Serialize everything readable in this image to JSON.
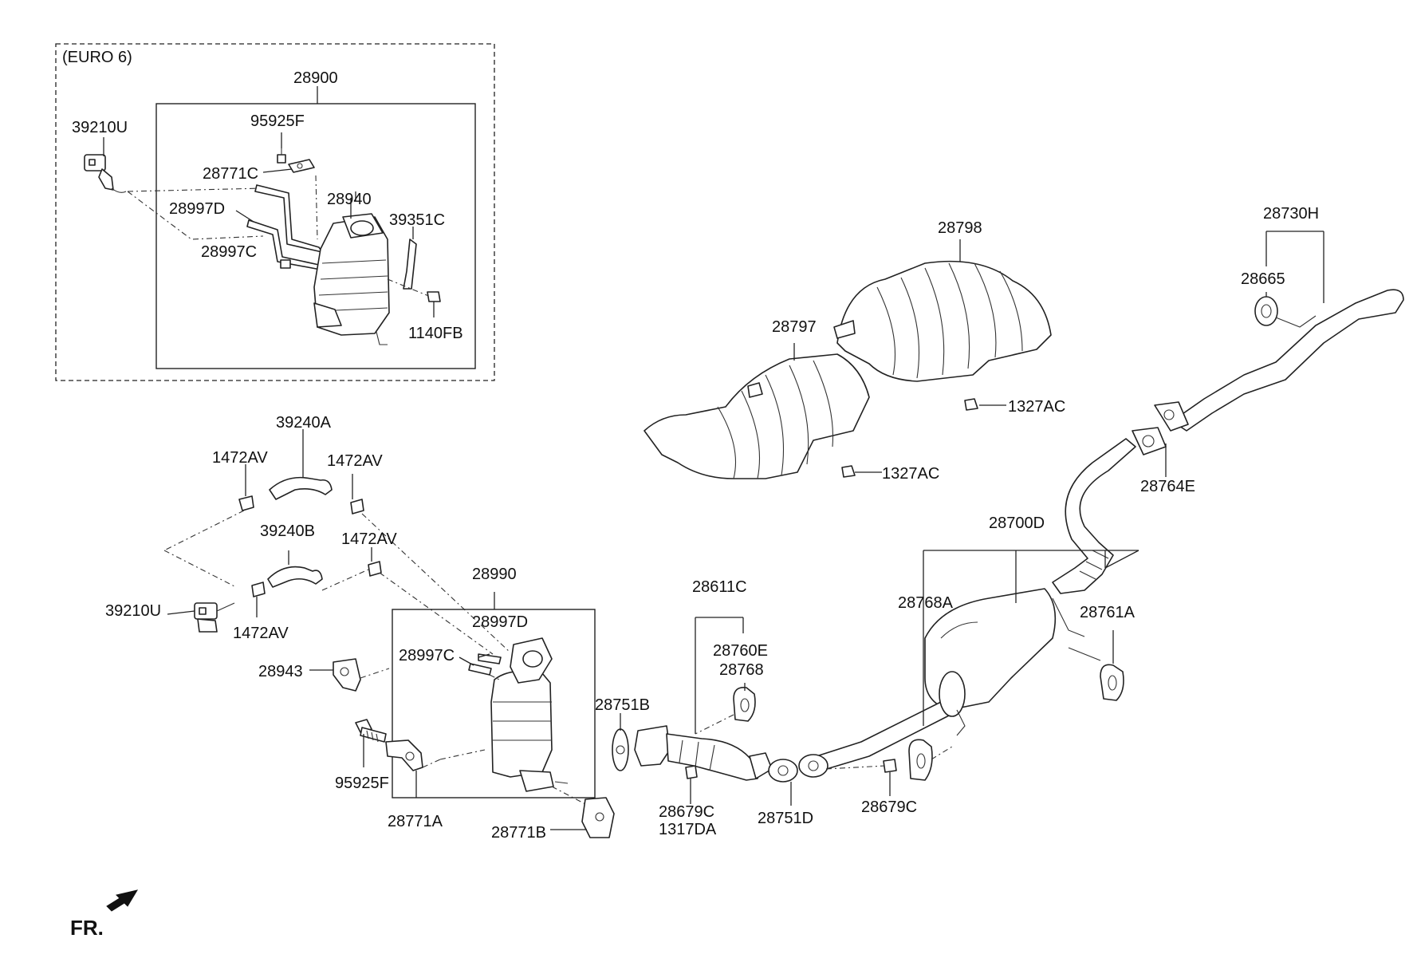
{
  "group_box": {
    "label": "(EURO 6)"
  },
  "labels": {
    "p28900": "28900",
    "p39210U_a": "39210U",
    "p95925F_a": "95925F",
    "p28771C": "28771C",
    "p28940": "28940",
    "p28997D_a": "28997D",
    "p39351C": "39351C",
    "p28997C_a": "28997C",
    "p1140FB": "1140FB",
    "p28798": "28798",
    "p28730H": "28730H",
    "p28665": "28665",
    "p28797": "28797",
    "p1327AC_a": "1327AC",
    "p1327AC_b": "1327AC",
    "p28764E": "28764E",
    "p39240A": "39240A",
    "p1472AV_a": "1472AV",
    "p1472AV_b": "1472AV",
    "p39240B": "39240B",
    "p1472AV_c": "1472AV",
    "p39210U_b": "39210U",
    "p1472AV_d": "1472AV",
    "p28990": "28990",
    "p28700D": "28700D",
    "p28611C": "28611C",
    "p28768A": "28768A",
    "p28761A": "28761A",
    "p28997D_b": "28997D",
    "p28997C_b": "28997C",
    "p28943": "28943",
    "p28760E": "28760E",
    "p28768": "28768",
    "p28751B": "28751B",
    "p95925F_b": "95925F",
    "p28679C_a": "28679C",
    "p1317DA": "1317DA",
    "p28751D": "28751D",
    "p28679C_b": "28679C",
    "p28771A": "28771A",
    "p28771B": "28771B"
  },
  "direction_marker": {
    "label": "FR."
  },
  "icons": [
    "arrow-icon"
  ]
}
